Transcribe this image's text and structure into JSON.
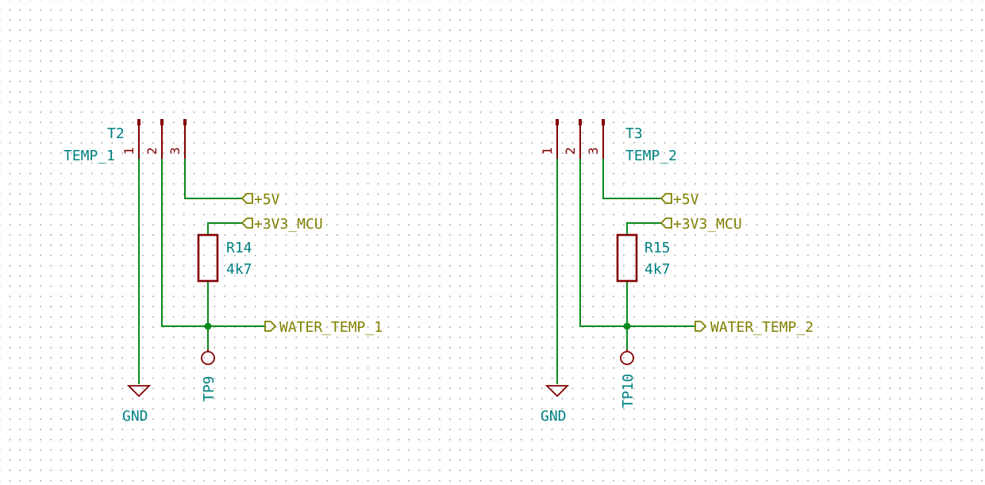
{
  "colors": {
    "wire": "#0b8a1c",
    "symbol": "#840000",
    "reference_text": "#008080",
    "net_label": "#808000",
    "grid": "#b4b4b4"
  },
  "circuits": [
    {
      "connector_ref": "T2",
      "connector_value": "TEMP_1",
      "pins": [
        "1",
        "2",
        "3"
      ],
      "power_5v": "+5V",
      "power_3v3": "+3V3_MCU",
      "resistor_ref": "R14",
      "resistor_value": "4k7",
      "output_net": "WATER_TEMP_1",
      "testpoint_ref": "TP9",
      "ground": "GND"
    },
    {
      "connector_ref": "T3",
      "connector_value": "TEMP_2",
      "pins": [
        "1",
        "2",
        "3"
      ],
      "power_5v": "+5V",
      "power_3v3": "+3V3_MCU",
      "resistor_ref": "R15",
      "resistor_value": "4k7",
      "output_net": "WATER_TEMP_2",
      "testpoint_ref": "TP10",
      "ground": "GND"
    }
  ]
}
